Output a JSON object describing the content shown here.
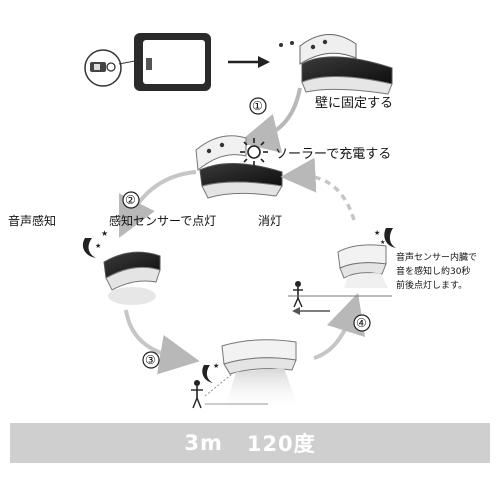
{
  "steps": [
    {
      "number": "①",
      "label": "壁に固定する"
    },
    {
      "number": "②",
      "label": "感知センサーで点灯"
    },
    {
      "number": "③",
      "label": ""
    },
    {
      "number": "④",
      "label": ""
    }
  ],
  "solar_label": "ソーラーで充電する",
  "sound_label": "音声感知",
  "off_label": "消灯",
  "sound_note": [
    "音声センサー内臓で",
    "音を感知し約30秒",
    "前後点灯します。"
  ],
  "spec": {
    "distance": "3m",
    "angle": "120度"
  },
  "colors": {
    "band": "#cfcfcf",
    "arrow": "#b8b8b8",
    "arrow_dark": "#222222"
  }
}
